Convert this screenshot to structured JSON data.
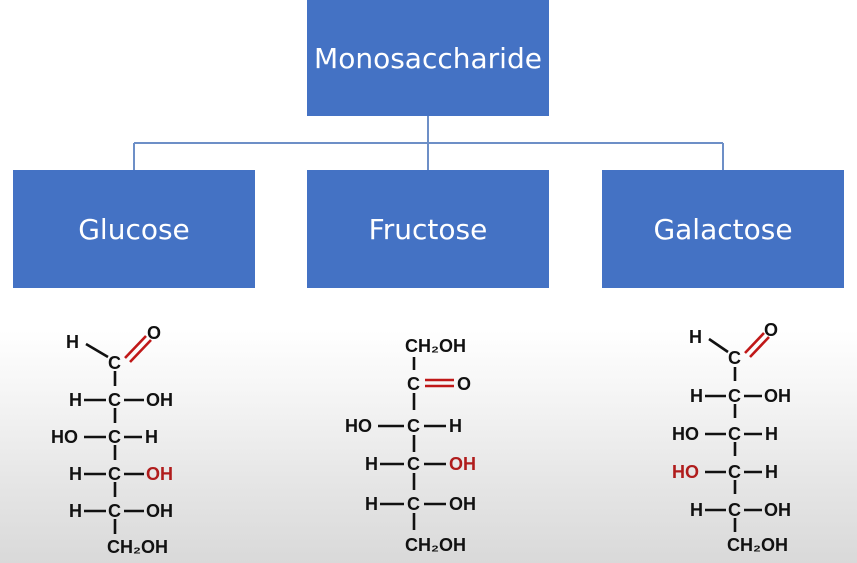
{
  "diagram": {
    "root": "Monosaccharide",
    "children": [
      "Glucose",
      "Fructose",
      "Galactose"
    ]
  },
  "structures": {
    "glucose": {
      "top_h": "H",
      "top_c": "C",
      "top_o": "O",
      "rows": [
        {
          "left": "H",
          "center": "C",
          "right": "OH"
        },
        {
          "left": "HO",
          "center": "C",
          "right": "H"
        },
        {
          "left": "H",
          "center": "C",
          "right": "OH"
        },
        {
          "left": "H",
          "center": "C",
          "right": "OH"
        }
      ],
      "bottom": "CH₂OH"
    },
    "fructose": {
      "top": "CH₂OH",
      "keto_c": "C",
      "keto_o": "O",
      "rows": [
        {
          "left": "HO",
          "center": "C",
          "right": "H"
        },
        {
          "left": "H",
          "center": "C",
          "right": "OH"
        },
        {
          "left": "H",
          "center": "C",
          "right": "OH"
        }
      ],
      "bottom": "CH₂OH"
    },
    "galactose": {
      "top_h": "H",
      "top_c": "C",
      "top_o": "O",
      "rows": [
        {
          "left": "H",
          "center": "C",
          "right": "OH"
        },
        {
          "left": "HO",
          "center": "C",
          "right": "H"
        },
        {
          "left": "HO",
          "center": "C",
          "right": "H"
        },
        {
          "left": "H",
          "center": "C",
          "right": "OH"
        }
      ],
      "bottom": "CH₂OH"
    }
  },
  "colors": {
    "box": "#4472c4",
    "connector": "#6d8fc7",
    "bond": "#111111",
    "highlight": "#b01c1c"
  }
}
